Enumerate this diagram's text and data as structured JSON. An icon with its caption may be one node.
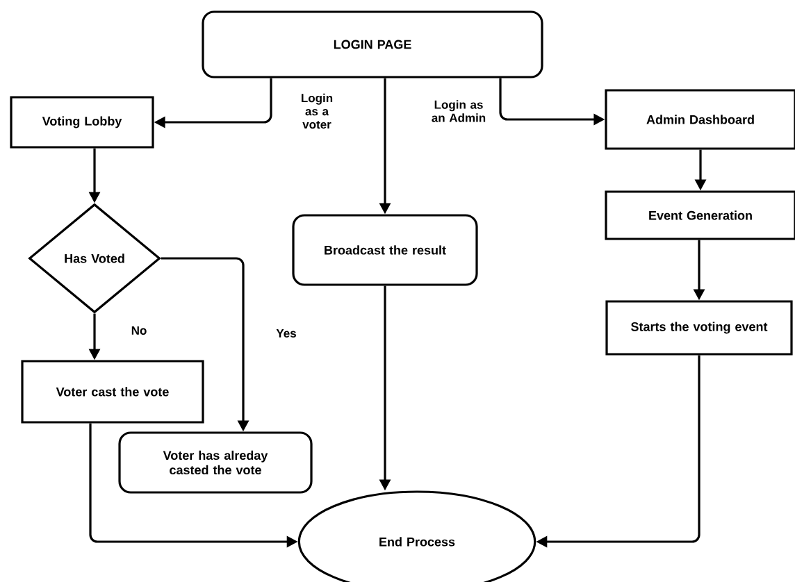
{
  "diagram": {
    "nodes": [
      {
        "text": [
          "LOGIN PAGE"
        ]
      },
      {
        "text": [
          "Voting Lobby"
        ]
      },
      {
        "text": [
          "Has Voted"
        ]
      },
      {
        "text": [
          "Voter cast the vote"
        ]
      },
      {
        "text": [
          "Voter has alreday casted the vote"
        ]
      },
      {
        "text": [
          "Broadcast the result"
        ]
      },
      {
        "text": [
          "Admin Dashboard"
        ]
      },
      {
        "text": [
          "Event Generation"
        ]
      },
      {
        "text": [
          "Starts the voting event"
        ]
      },
      {
        "text": [
          "End Process"
        ]
      }
    ],
    "edges": [
      {
        "from": 0,
        "to": 1,
        "arrow": "to",
        "label": "Login as a voter"
      },
      {
        "from": 0,
        "to": 5,
        "arrow": "to"
      },
      {
        "from": 0,
        "to": 6,
        "arrow": "to",
        "label": "Login as an Admin"
      },
      {
        "from": 1,
        "to": 2,
        "arrow": "to"
      },
      {
        "from": 2,
        "to": 3,
        "arrow": "to",
        "label": "No"
      },
      {
        "from": 2,
        "to": 4,
        "arrow": "to",
        "label": "Yes"
      },
      {
        "from": 3,
        "to": 9,
        "arrow": "to"
      },
      {
        "from": 5,
        "to": 9,
        "arrow": "to"
      },
      {
        "from": 6,
        "to": 7,
        "arrow": "to"
      },
      {
        "from": 7,
        "to": 8,
        "arrow": "to"
      },
      {
        "from": 8,
        "to": 9,
        "arrow": "to"
      }
    ]
  }
}
